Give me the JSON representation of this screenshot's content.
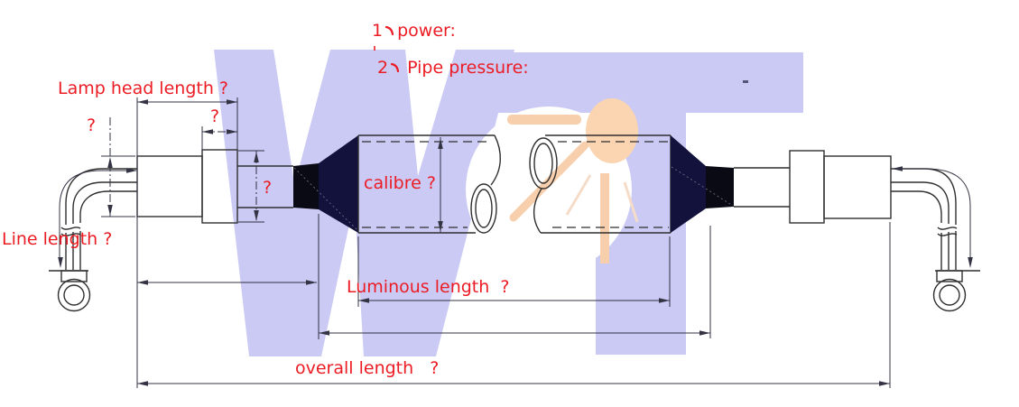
{
  "watermark": {
    "text": "WT",
    "letter_color": "#cacaf5",
    "sun_color": "#fbd5b2",
    "ray_color": "#f8cfad"
  },
  "annotations": {
    "item1_full": "1、power:",
    "item1_num": "1",
    "item1_text": "power:",
    "item2_full": "2、Pipe pressure:",
    "item2_num": "2",
    "item2_text": "Pipe pressure:"
  },
  "dimension_labels": {
    "lamp_head_length": "Lamp head length ?",
    "line_length": "Line length ?",
    "calibre": "calibre ?",
    "luminous_length": "Luminous length  ?",
    "overall_length": "overall length   ?",
    "question_mark": "?"
  },
  "colors": {
    "label_red": "#ec1c24",
    "drawing_line": "#2f2f2f",
    "dimension_line": "#333344",
    "cone_fill": "#12123d",
    "pinch_fill": "#0a0a14"
  }
}
